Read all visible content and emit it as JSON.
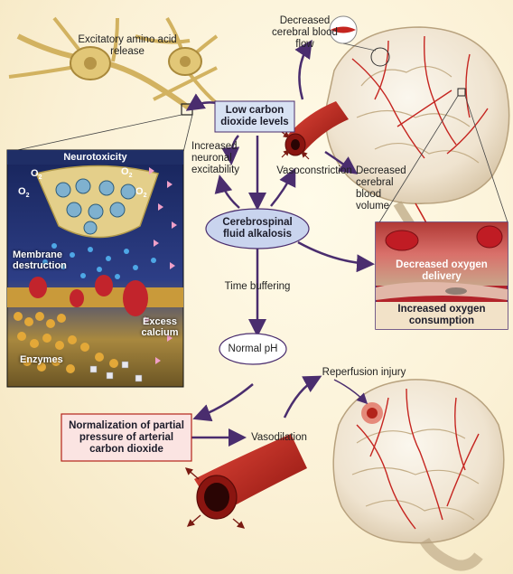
{
  "labels": {
    "excitatory": "Excitatory amino acid release",
    "low_co2": "Low carbon dioxide levels",
    "decreased_flow": "Decreased cerebral blood flow",
    "increased_excitability": "Increased neuronal excitability",
    "vasoconstriction": "Vasoconstriction",
    "decreased_volume": "Decreased cerebral blood volume",
    "csf_alkalosis": "Cerebrospinal fluid alkalosis",
    "time_buffering": "Time buffering",
    "normal_ph": "Normal pH",
    "decreased_o2_delivery": "Decreased oxygen delivery",
    "increased_o2_consumption": "Increased oxygen consumption",
    "normalization": "Normalization of partial pressure of arterial carbon dioxide",
    "vasodilation": "Vasodilation",
    "reperfusion": "Reperfusion injury"
  },
  "inset": {
    "title": "Neurotoxicity",
    "membrane": "Membrane destruction",
    "excess_calcium": "Excess calcium",
    "enzymes": "Enzymes",
    "o2_base": "O",
    "o2_sub": "2"
  },
  "colors": {
    "arrow": "#4a2d6e",
    "blue_box_fill": "#d8e2f3",
    "pink_box_fill": "#fbe4e2",
    "oval_fill": "#c9d4ee",
    "vessel_red": "#b3231a",
    "inset_bg": "#1f2e66"
  }
}
